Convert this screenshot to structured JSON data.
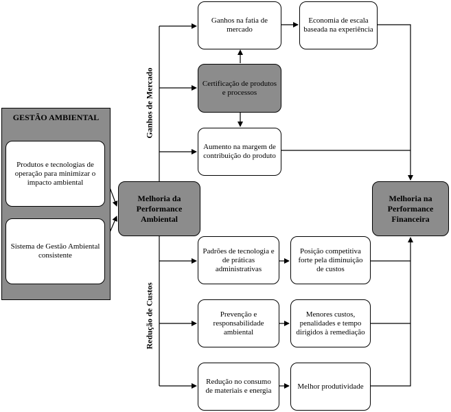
{
  "panel": {
    "title": "GESTÃO AMBIENTAL",
    "items": [
      "Produtos e tecnologias de operação para minimizar o impacto ambiental",
      "Sistema de Gestão Ambiental consistente"
    ]
  },
  "center": {
    "label": "Melhoria da Performance Ambiental"
  },
  "result": {
    "label": "Melhoria na Performance Financeira"
  },
  "branches": {
    "market_label": "Ganhos de Mercado",
    "cost_label": "Redução de Custos"
  },
  "market": {
    "share": "Ganhos na fatia de mercado",
    "economy": "Economia de escala baseada na experiência",
    "certification": "Certificação de produtos e processos",
    "margin": "Aumento na margem de contribuição do produto"
  },
  "costs": {
    "standards": "Padrões de tecnologia e de práticas administrativas",
    "position": "Posição competitiva forte pela diminuição de custos",
    "prevention": "Prevenção e responsabilidade ambiental",
    "lower_costs": "Menores custos, penalidades e tempo dirigidos à remediação",
    "reduction": "Redução no consumo de materiais e energia",
    "productivity": "Melhor produtividade"
  }
}
